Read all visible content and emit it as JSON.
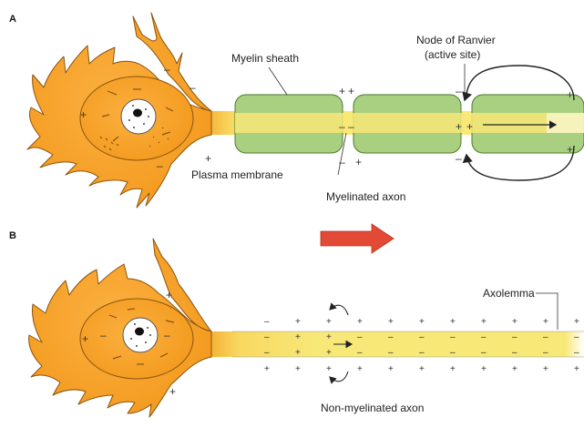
{
  "panels": {
    "a": "A",
    "b": "B"
  },
  "labels": {
    "myelin_sheath": "Myelin sheath",
    "node_of_ranvier": "Node of Ranvier",
    "active_site": "(active site)",
    "plasma_membrane": "Plasma membrane",
    "myelinated_axon": "Myelinated axon",
    "axolemma": "Axolemma",
    "non_myelinated_axon": "Non-myelinated axon"
  },
  "symbols": {
    "plus": "+",
    "minus": "–"
  },
  "colors": {
    "neuron_body": "#f5a42a",
    "neuron_outline": "#8a5410",
    "axon_core": "#f8e878",
    "myelin": "#a8d080",
    "myelin_outline": "#4d7a2b",
    "direction_arrow": "#e34a35",
    "nucleus": "#ffffff"
  }
}
